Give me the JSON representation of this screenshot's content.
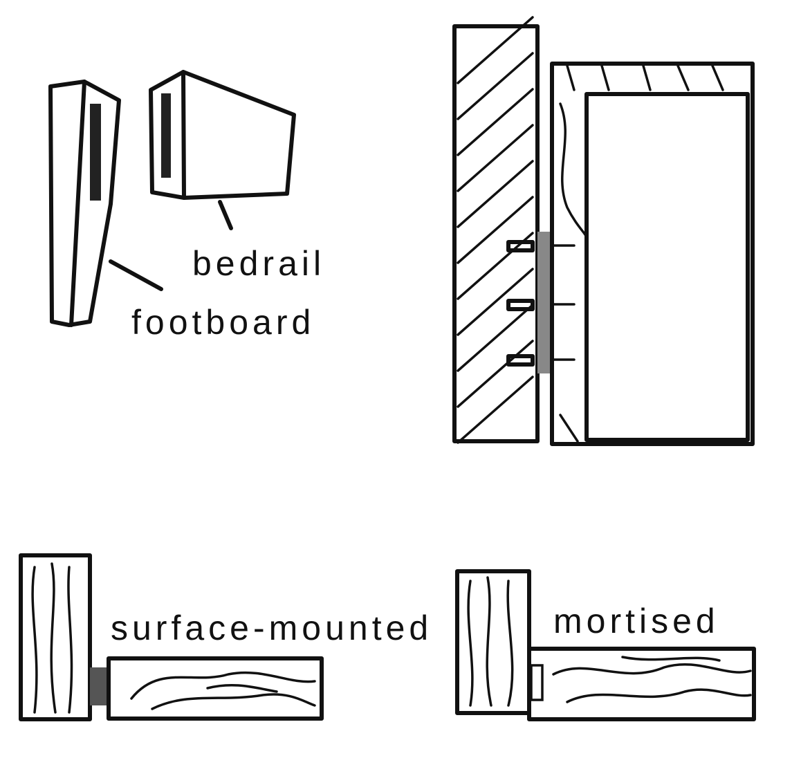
{
  "labels": {
    "bedrail": "bedrail",
    "footboard": "footboard",
    "surface_mounted": "surface-mounted",
    "mortised": "mortised"
  },
  "colors": {
    "ink": "#111111",
    "plate": "#888888",
    "background": "#ffffff"
  }
}
